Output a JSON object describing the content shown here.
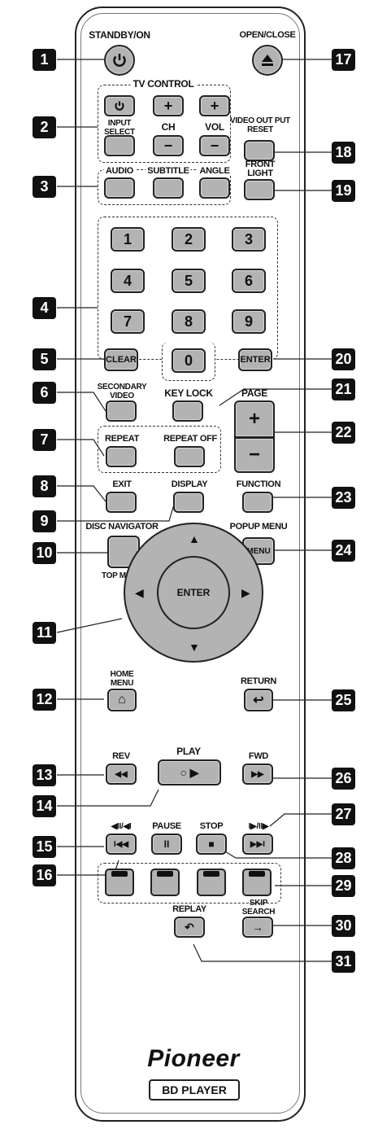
{
  "labels": {
    "standby": "STANDBY/ON",
    "open_close": "OPEN/CLOSE",
    "tv_control": "TV CONTROL",
    "input_select": "INPUT\nSELECT",
    "ch": "CH",
    "vol": "VOL",
    "video_out_reset": "VIDEO OUT PUT\nRESET",
    "audio": "AUDIO",
    "subtitle": "SUBTITLE",
    "angle": "ANGLE",
    "front_light": "FRONT\nLIGHT",
    "clear": "CLEAR",
    "enter": "ENTER",
    "secondary_video": "SECONDARY\nVIDEO",
    "key_lock": "KEY LOCK",
    "page": "PAGE",
    "repeat": "REPEAT",
    "repeat_off": "REPEAT OFF",
    "exit": "EXIT",
    "display": "DISPLAY",
    "function": "FUNCTION",
    "disc_navigator": "DISC NAVIGATOR",
    "top_menu": "TOP MENU",
    "popup_menu": "POPUP MENU",
    "menu": "MENU",
    "dpad_enter": "ENTER",
    "home_menu": "HOME\nMENU",
    "return": "RETURN",
    "rev": "REV",
    "play": "PLAY",
    "fwd": "FWD",
    "step_back": "◀II/◀I",
    "pause": "PAUSE",
    "stop": "STOP",
    "step_fwd": "I▶/II▶",
    "replay": "REPLAY",
    "skip_search": "SKIP\nSEARCH",
    "brand": "Pioneer",
    "model": "BD PLAYER"
  },
  "numbers": [
    "1",
    "2",
    "3",
    "4",
    "5",
    "6",
    "7",
    "8",
    "9",
    "0"
  ],
  "callouts": [
    "1",
    "2",
    "3",
    "4",
    "5",
    "6",
    "7",
    "8",
    "9",
    "10",
    "11",
    "12",
    "13",
    "14",
    "15",
    "16",
    "17",
    "18",
    "19",
    "20",
    "21",
    "22",
    "23",
    "24",
    "25",
    "26",
    "27",
    "28",
    "29",
    "30",
    "31"
  ],
  "icons": {
    "power": "power-icon",
    "eject": "eject-icon",
    "plus": "+",
    "minus": "−",
    "home": "⌂",
    "return": "↩",
    "rev": "◀◀",
    "play": "○ ▶",
    "fwd": "▶▶",
    "prev": "I◀◀",
    "pause": "II",
    "stop": "■",
    "next": "▶▶I",
    "replay": "↶",
    "skip": "→"
  }
}
